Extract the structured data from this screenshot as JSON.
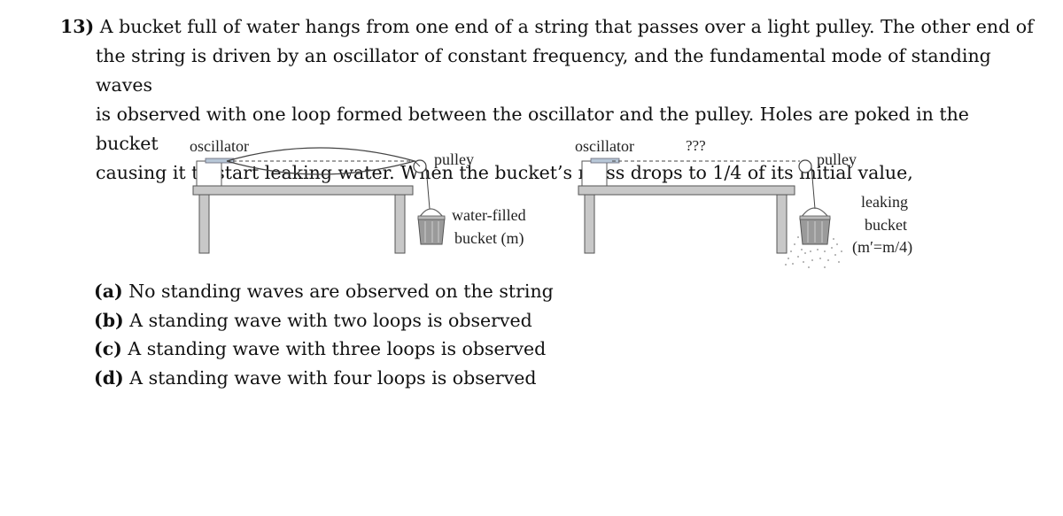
{
  "question": {
    "number": "13)",
    "lines": [
      "A bucket full of water hangs from one end of a string that passes over a light pulley. The other end of",
      "the string is driven by an oscillator of constant frequency, and the fundamental mode of standing waves",
      "is observed with one loop formed between the oscillator and the pulley. Holes are poked in the bucket",
      "causing it to start leaking water. When the bucket’s mass drops to 1/4 of its initial value,"
    ]
  },
  "figure_left": {
    "oscillator_label": "oscillator",
    "pulley_label": "pulley",
    "bucket_label_line1": "water-filled",
    "bucket_label_line2": "bucket (m)"
  },
  "figure_right": {
    "oscillator_label": "oscillator",
    "unknown_label": "???",
    "pulley_label": "pulley",
    "bucket_label_line1": "leaking",
    "bucket_label_line2": "bucket",
    "bucket_label_line3": "(m′=m/4)"
  },
  "options": [
    {
      "letter": "(a)",
      "text": "No standing waves are observed on the string"
    },
    {
      "letter": "(b)",
      "text": "A standing wave with two loops is observed"
    },
    {
      "letter": "(c)",
      "text": "A standing wave with three loops is observed"
    },
    {
      "letter": "(d)",
      "text": "A standing wave with four loops is observed"
    }
  ]
}
